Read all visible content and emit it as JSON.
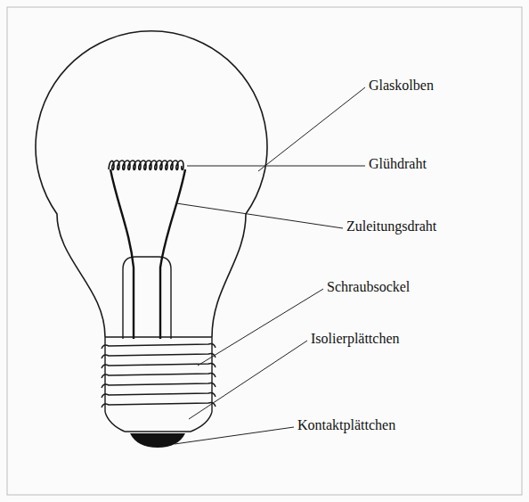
{
  "diagram": {
    "labels": [
      "Glaskolben",
      "Glühdraht",
      "Zuleitungsdraht",
      "Schraubsockel",
      "Isolierplättchen",
      "Kontaktplättchen"
    ]
  }
}
